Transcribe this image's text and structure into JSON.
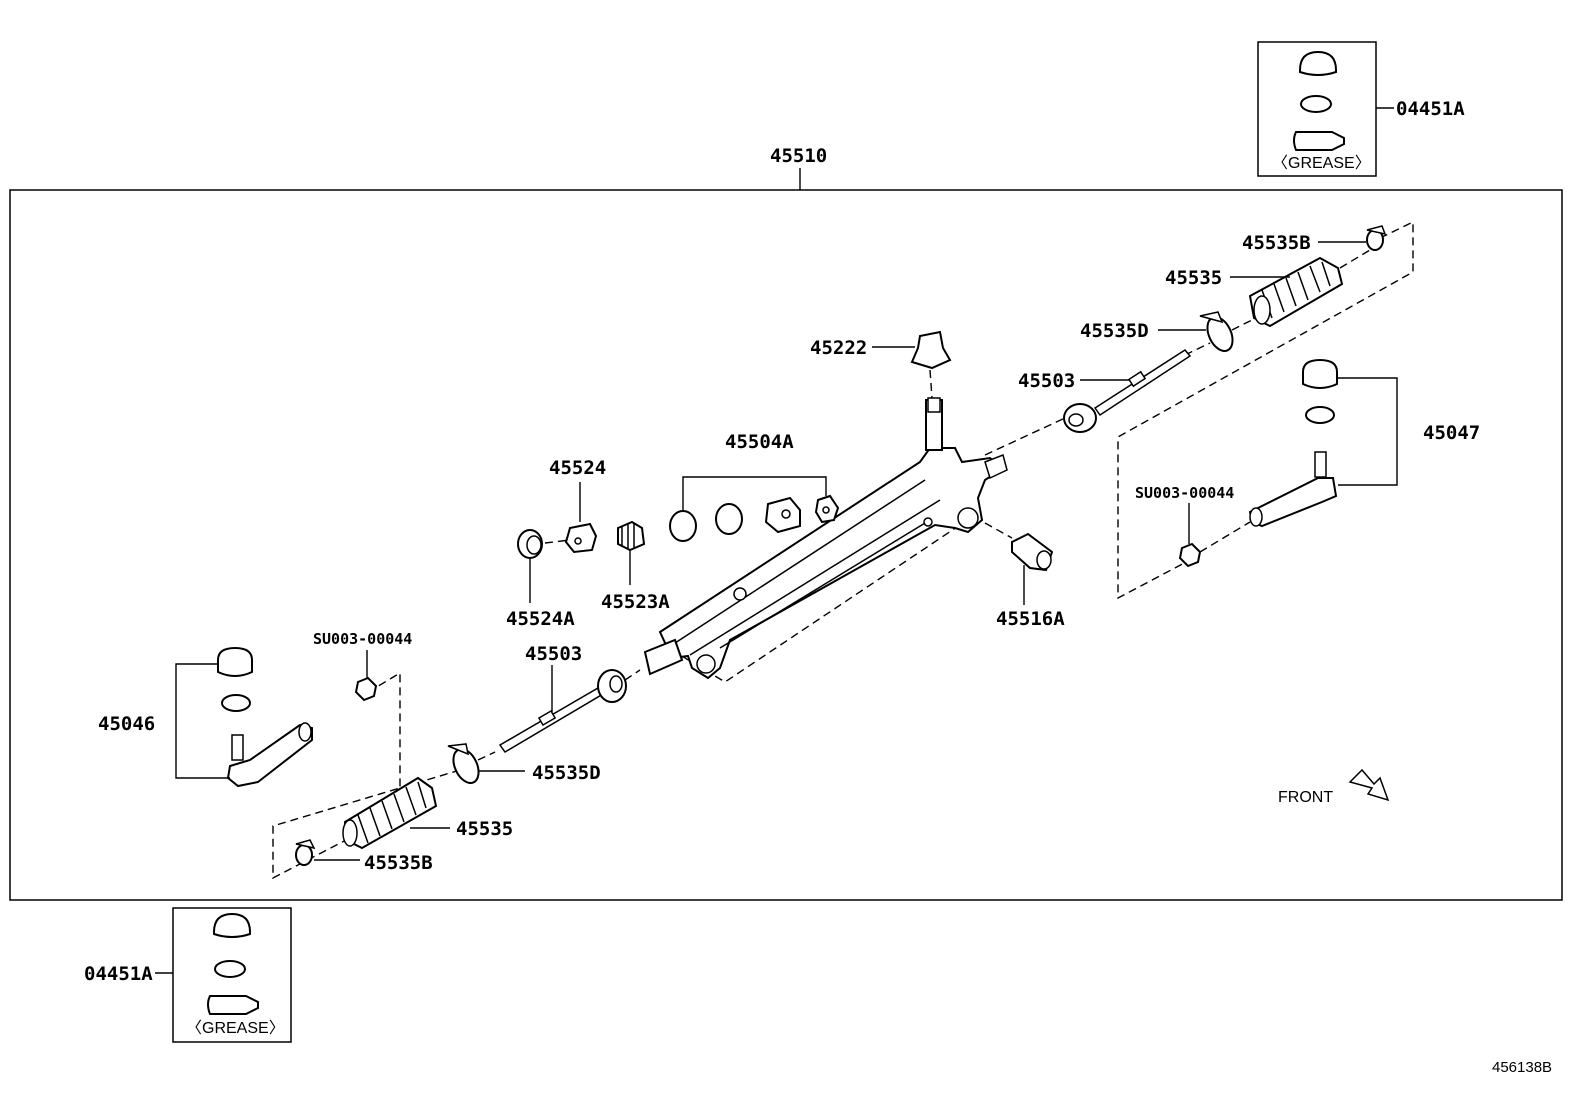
{
  "labels": {
    "assembly": "45510",
    "repair_kit_top": "04451A",
    "repair_kit_bottom": "04451A",
    "grease_top": "〈GREASE〉",
    "grease_bottom": "〈GREASE〉",
    "boot_clip_right": "45535B",
    "boot_right": "45535",
    "boot_band_right": "45535D",
    "tie_rod_right": "45503",
    "pinion_dust_seal": "45222",
    "tie_rod_end_right": "45047",
    "nut_right": "SU003-00044",
    "bracket_set": "45504A",
    "rack_bushing": "45524",
    "bushing_stopper": "45524A",
    "rack_guide": "45523A",
    "grommet": "45516A",
    "tie_rod_end_left": "45046",
    "nut_left": "SU003-00044",
    "tie_rod_left": "45503",
    "boot_band_left": "45535D",
    "boot_left": "45535",
    "boot_clip_left": "45535B",
    "front_indicator": "FRONT",
    "diagram_code": "456138B"
  }
}
